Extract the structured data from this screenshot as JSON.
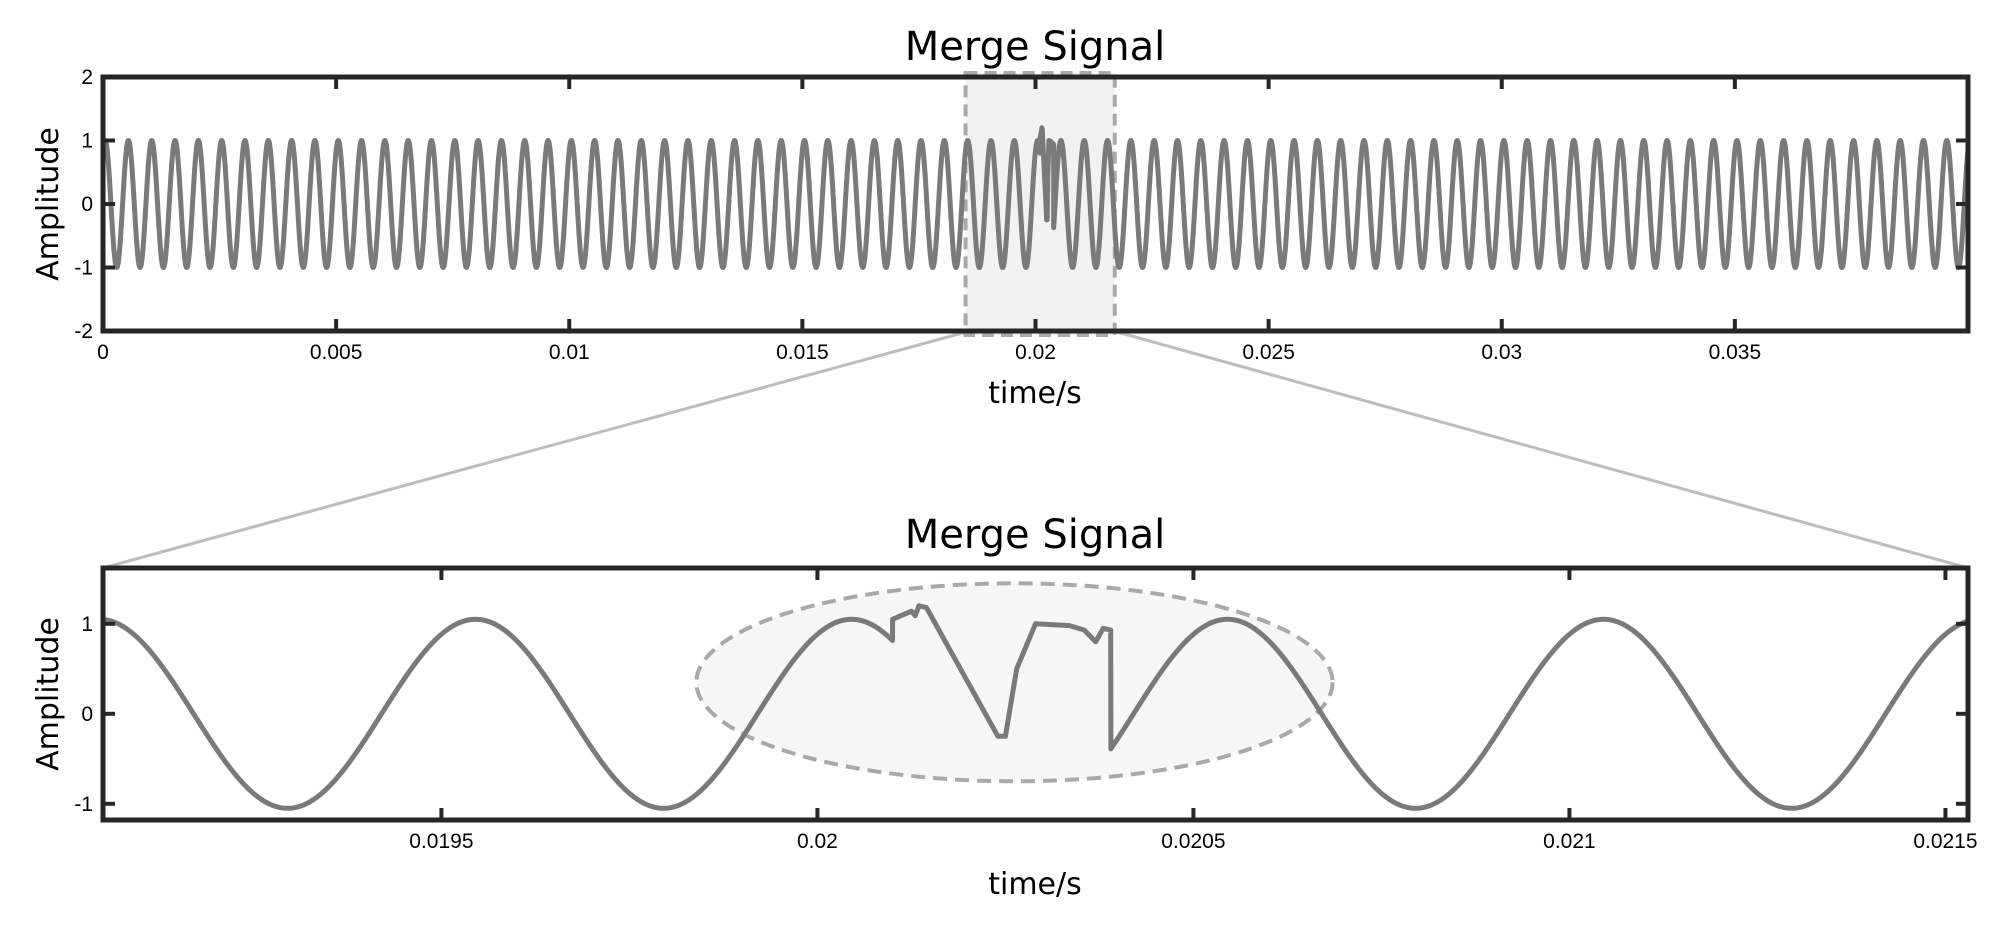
{
  "colors": {
    "signal": "#7a7a7a",
    "axis": "#262626",
    "highlight_stroke": "#a9a9a9",
    "highlight_fill": "#f2f2f2",
    "ellipse_fill": "#f7f7f7",
    "connector": "#bdbdbd"
  },
  "chart_data": [
    {
      "type": "line",
      "title": "Merge Signal",
      "xlabel": "time/s",
      "ylabel": "Amplitude",
      "xlim": [
        0,
        0.04
      ],
      "ylim": [
        -2,
        2
      ],
      "x_ticks": [
        0,
        0.005,
        0.01,
        0.015,
        0.02,
        0.025,
        0.03,
        0.035
      ],
      "x_tick_labels": [
        "0",
        "0.005",
        "0.01",
        "0.015",
        "0.02",
        "0.025",
        "0.03",
        "0.035"
      ],
      "y_ticks": [
        -2,
        -1,
        0,
        1,
        2
      ],
      "y_tick_labels": [
        "-2",
        "-1",
        "0",
        "1",
        "2"
      ],
      "signal": {
        "frequency_hz": 2000,
        "amplitude": 1,
        "phase_rad": 1.0
      },
      "highlight_region": {
        "x": [
          0.0185,
          0.0217
        ],
        "y": [
          -2,
          2
        ]
      }
    },
    {
      "type": "line",
      "title": "Merge Signal",
      "xlabel": "time/s",
      "ylabel": "Amplitude",
      "xlim": [
        0.01905,
        0.02153
      ],
      "ylim": [
        -1.18,
        1.62
      ],
      "x_ticks": [
        0.0195,
        0.02,
        0.0205,
        0.021,
        0.0215
      ],
      "x_tick_labels": [
        "0.0195",
        "0.02",
        "0.0205",
        "0.021",
        "0.0215"
      ],
      "y_ticks": [
        -1,
        0,
        1
      ],
      "y_tick_labels": [
        "-1",
        "0",
        "1"
      ],
      "signal": {
        "frequency_hz": 2000,
        "amplitude": 1.05,
        "phase_rad": 1.0
      },
      "disturbance_points": [
        [
          0.0201,
          1.05
        ],
        [
          0.020125,
          1.14
        ],
        [
          0.02013,
          1.09
        ],
        [
          0.020135,
          1.2
        ],
        [
          0.020145,
          1.18
        ],
        [
          0.02024,
          -0.25
        ],
        [
          0.02025,
          -0.25
        ],
        [
          0.020265,
          0.5
        ],
        [
          0.02029,
          1.0
        ],
        [
          0.020335,
          0.98
        ],
        [
          0.020355,
          0.93
        ],
        [
          0.02037,
          0.8
        ],
        [
          0.02038,
          0.95
        ],
        [
          0.02039,
          0.93
        ]
      ],
      "disturbance_window": [
        0.0201,
        0.02039
      ],
      "highlight_ellipse": {
        "center": [
          0.020262,
          0.35
        ],
        "radius_x": 0.000423,
        "radius_y": 1.1
      }
    }
  ]
}
